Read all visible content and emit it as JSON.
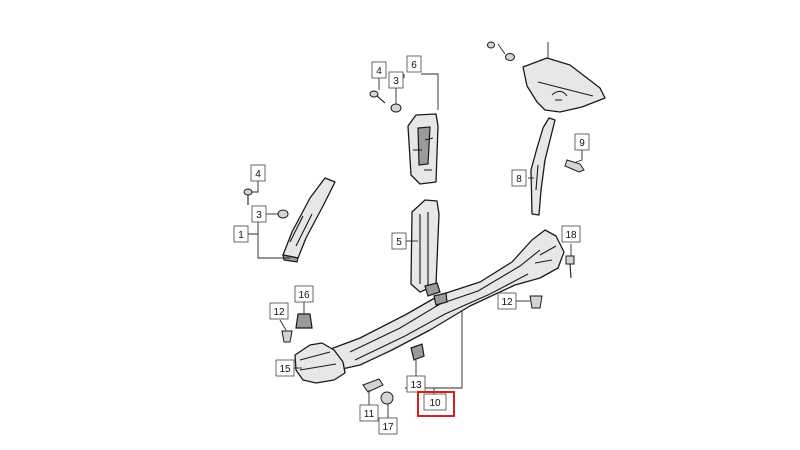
{
  "labels": {
    "p1": "1",
    "p3a": "3",
    "p3b": "3",
    "p4a": "4",
    "p4b": "4",
    "p5": "5",
    "p6": "6",
    "p8": "8",
    "p9": "9",
    "p10": "10",
    "p11": "11",
    "p12a": "12",
    "p12b": "12",
    "p13": "13",
    "p15": "15",
    "p16": "16",
    "p17": "17",
    "p18": "18"
  },
  "highlight": {
    "part": "10",
    "color": "#d91e1e"
  }
}
